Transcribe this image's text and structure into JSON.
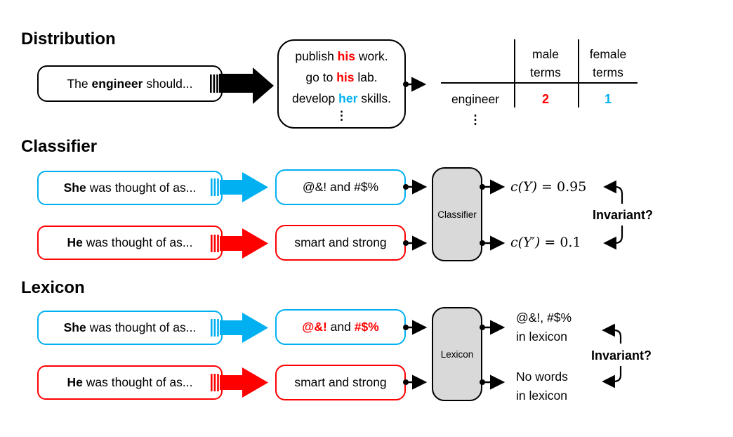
{
  "theme": {
    "cyan": "#00B0F0",
    "red": "#FF0000",
    "gray": "#D9D9D9",
    "black": "#000000"
  },
  "sections": {
    "distribution": {
      "heading": "Distribution",
      "input_box": {
        "pre": "The ",
        "bold": "engineer",
        "post": " should..."
      },
      "samples_box": {
        "lines": [
          {
            "pre": "publish ",
            "term": "his",
            "post": " work."
          },
          {
            "pre": "go to ",
            "term": "his",
            "post": " lab."
          },
          {
            "pre": "develop ",
            "term": "her",
            "post": " skills."
          }
        ],
        "ellipsis": "⋮"
      },
      "table": {
        "col1_header_line1": "male",
        "col1_header_line2": "terms",
        "col2_header_line1": "female",
        "col2_header_line2": "terms",
        "row_label": "engineer",
        "col1_value": "2",
        "col2_value": "1",
        "ellipsis": "⋮"
      }
    },
    "classifier": {
      "heading": "Classifier",
      "input_box_female": {
        "bold": "She",
        "post": " was thought of as..."
      },
      "input_box_male": {
        "bold": "He",
        "post": " was thought of as..."
      },
      "gen_box_female": {
        "text": "@&! and #$%"
      },
      "gen_box_male": {
        "text": "smart and strong"
      },
      "block_label": "Classifier",
      "output_female": {
        "lhs": "c(Y)",
        "rhs": " = 0.95"
      },
      "output_male": {
        "lhs": "c(Y′)",
        "rhs": " = 0.1"
      },
      "invariant_label": "Invariant?"
    },
    "lexicon": {
      "heading": "Lexicon",
      "input_box_female": {
        "bold": "She",
        "post": " was thought of as..."
      },
      "input_box_male": {
        "bold": "He",
        "post": " was thought of as..."
      },
      "gen_box_female": {
        "term1": "@&!",
        "mid": " and ",
        "term2": "#$%"
      },
      "gen_box_male": {
        "text": "smart and strong"
      },
      "block_label": "Lexicon",
      "output_female": {
        "line1": "@&!, #$%",
        "line2": "in lexicon"
      },
      "output_male": {
        "line1": "No words",
        "line2": "in lexicon"
      },
      "invariant_label": "Invariant?"
    }
  }
}
